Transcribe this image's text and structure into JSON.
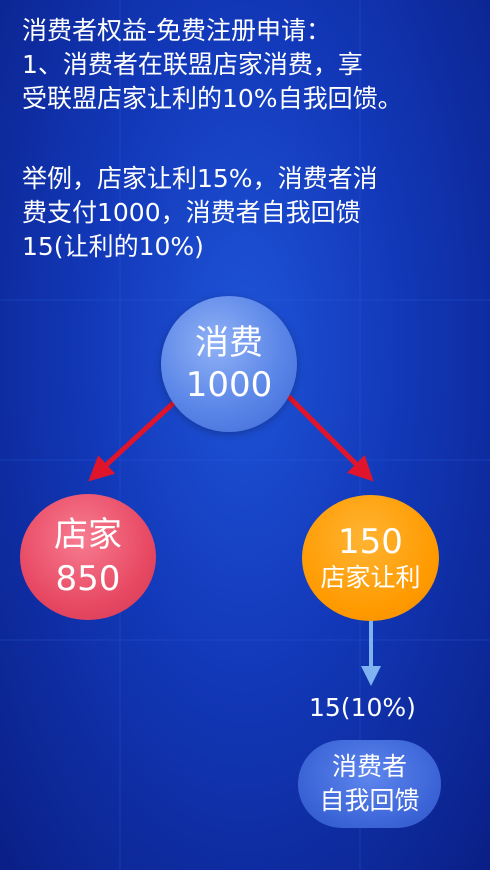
{
  "intro": {
    "lines": [
      "消费者权益-免费注册申请：",
      "1、消费者在联盟店家消费，享",
      "受联盟店家让利的10%自我回馈。"
    ]
  },
  "example": {
    "lines": [
      "举例，店家让利15%，消费者消",
      "费支付1000，消费者自我回馈",
      "15(让利的10%)"
    ]
  },
  "diagram": {
    "consume": {
      "label": "消费",
      "value": "1000"
    },
    "shop": {
      "label": "店家",
      "value": "850"
    },
    "discount": {
      "value": "150",
      "label": "店家让利"
    },
    "feedback_label": "15(10%)",
    "self": {
      "line1": "消费者",
      "line2": "自我回馈"
    }
  },
  "colors": {
    "background": "#1238b8",
    "arrow_red": "#e0142a",
    "arrow_blue": "#7fb2f0",
    "consume_node": "#5b86e8",
    "shop_node": "#e84a64",
    "discount_node": "#ff9a00",
    "self_node": "#3a63d6"
  }
}
